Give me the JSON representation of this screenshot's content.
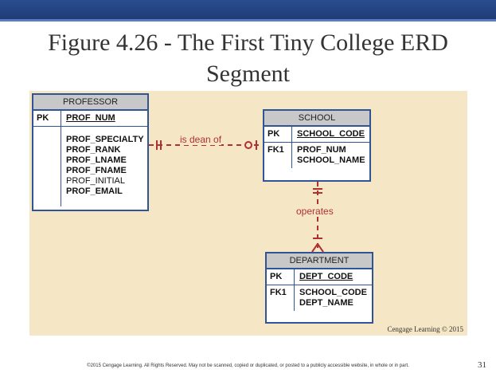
{
  "slide": {
    "title_line1": "Figure 4.26 - The First Tiny College ERD",
    "title_line2": "Segment",
    "credit": "Cengage Learning © 2015",
    "footer": "©2015 Cengage Learning. All Rights Reserved. May not be scanned, copied or duplicated, or posted to a publicly accessible website, in whole or in part.",
    "page_number": "31"
  },
  "entities": {
    "professor": {
      "name": "PROFESSOR",
      "pk_label": "PK",
      "pk_attr": "PROF_NUM",
      "attrs": [
        "PROF_SPECIALTY",
        "PROF_RANK",
        "PROF_LNAME",
        "PROF_FNAME",
        "PROF_INITIAL",
        "PROF_EMAIL"
      ]
    },
    "school": {
      "name": "SCHOOL",
      "pk_label": "PK",
      "pk_attr": "SCHOOL_CODE",
      "fk_label": "FK1",
      "attrs": [
        "PROF_NUM",
        "SCHOOL_NAME"
      ]
    },
    "department": {
      "name": "DEPARTMENT",
      "pk_label": "PK",
      "pk_attr": "DEPT_CODE",
      "fk_label": "FK1",
      "attrs": [
        "SCHOOL_CODE",
        "DEPT_NAME"
      ]
    }
  },
  "relationships": {
    "is_dean_of": "is dean of",
    "operates": "operates"
  },
  "colors": {
    "entity_border": "#2f5597",
    "relationship": "#b03030",
    "diagram_bg": "#f5e7c5",
    "header_bg": "#c8c8c8"
  }
}
